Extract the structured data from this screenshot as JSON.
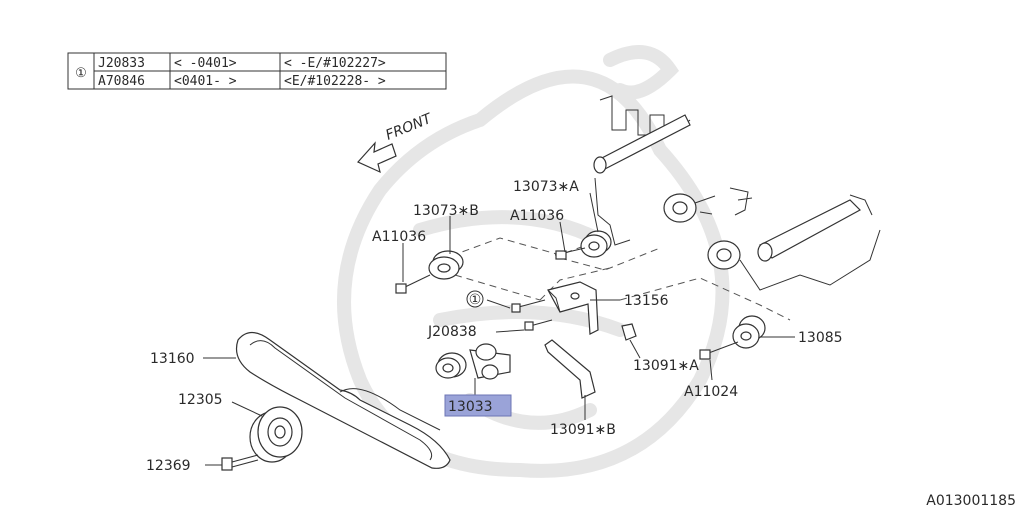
{
  "table": {
    "ref": "①",
    "rows": [
      {
        "part": "J20833",
        "range": "<    -0401>",
        "serial": "<    -E/#102227>"
      },
      {
        "part": "A70846",
        "range": "<0401-     >",
        "serial": "<E/#102228-     >"
      }
    ]
  },
  "front_label": "FRONT",
  "callouts": {
    "c13073A": "13073∗A",
    "c13073B": "13073∗B",
    "c11036a": "A11036",
    "c11036b": "A11036",
    "c13156": "13156",
    "c_ref": "①",
    "cJ20838": "J20838",
    "c13091A": "13091∗A",
    "c13085": "13085",
    "cA11024": "A11024",
    "c13160": "13160",
    "c13033": "13033",
    "c12305": "12305",
    "c13091B": "13091∗B",
    "c12369": "12369"
  },
  "footer_id": "A013001185",
  "colors": {
    "highlight": "#9aa3d8"
  }
}
